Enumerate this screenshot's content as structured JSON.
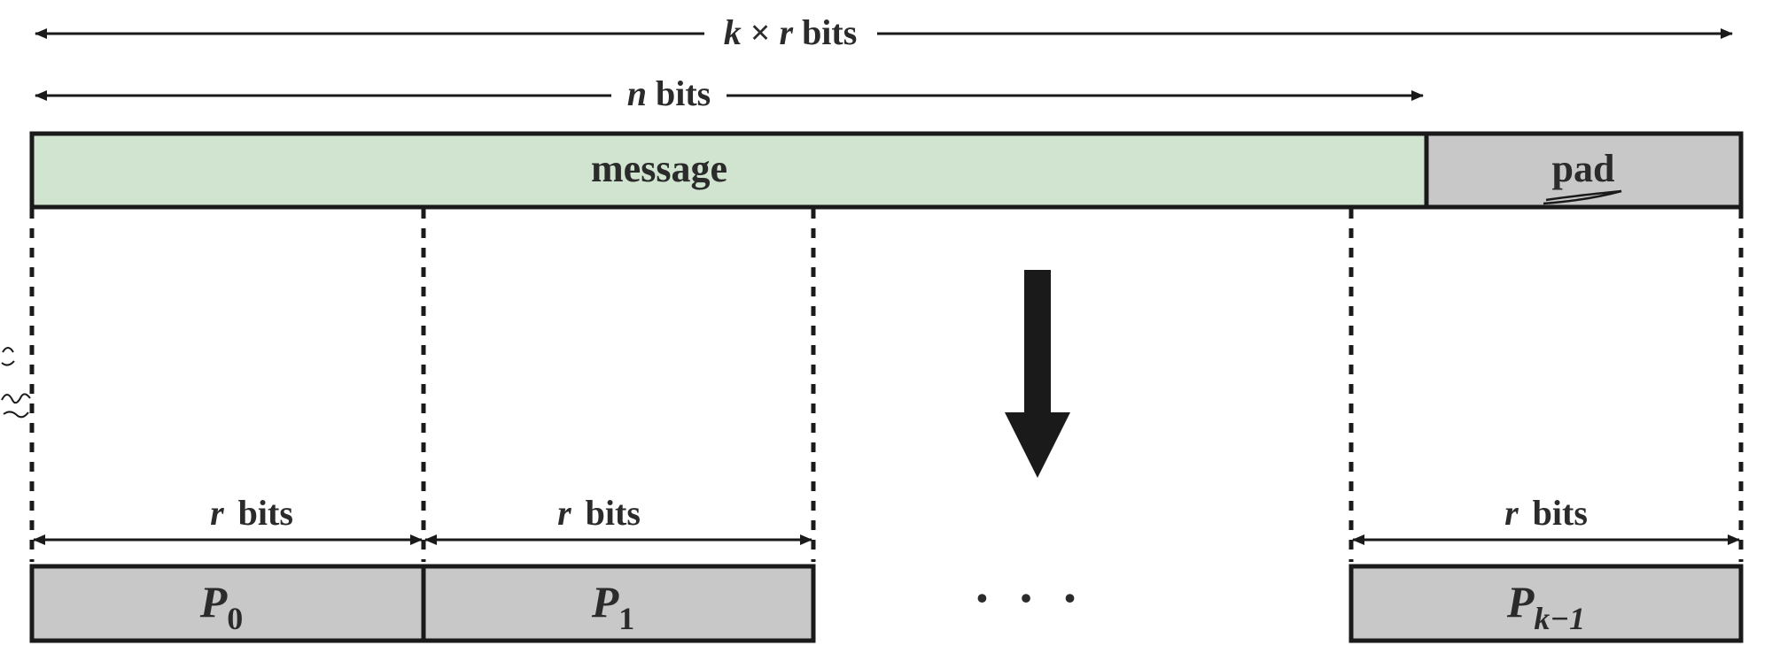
{
  "diagram": {
    "total_length_label": {
      "var": "k",
      "op": " × ",
      "var2": "r",
      "unit": " bits"
    },
    "message_length_label": {
      "var": "n",
      "unit": " bits"
    },
    "message_label": "message",
    "pad_label": "pad",
    "block_length_label": {
      "var": "r",
      "unit": "bits"
    },
    "ellipsis": "• • •",
    "blocks": [
      {
        "letter": "P",
        "sub": "0"
      },
      {
        "letter": "P",
        "sub": "1"
      },
      {
        "letter": "P",
        "sub": "k−1"
      }
    ],
    "colors": {
      "message_fill": "#d0e4cf",
      "pad_fill": "#c8c8c8",
      "block_fill": "#c8c8c8",
      "stroke": "#1a1a1a",
      "text": "#2b2b2b"
    }
  }
}
